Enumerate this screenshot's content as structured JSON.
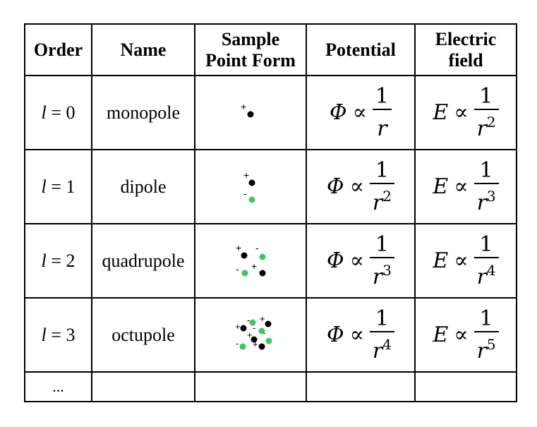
{
  "headers": {
    "order": "Order",
    "name": "Name",
    "form_line1": "Sample",
    "form_line2": "Point Form",
    "potential": "Potential",
    "field_line1": "Electric",
    "field_line2": "field"
  },
  "rows": [
    {
      "order_var": "l",
      "order_val": "= 0",
      "name": "monopole",
      "phi_sym": "Φ",
      "phi_exp": "",
      "e_sym": "E",
      "e_exp": "2"
    },
    {
      "order_var": "l",
      "order_val": "= 1",
      "name": "dipole",
      "phi_sym": "Φ",
      "phi_exp": "2",
      "e_sym": "E",
      "e_exp": "3"
    },
    {
      "order_var": "l",
      "order_val": "= 2",
      "name": "quadrupole",
      "phi_sym": "Φ",
      "phi_exp": "3",
      "e_sym": "E",
      "e_exp": "4"
    },
    {
      "order_var": "l",
      "order_val": "= 3",
      "name": "octupole",
      "phi_sym": "Φ",
      "phi_exp": "4",
      "e_sym": "E",
      "e_exp": "5"
    }
  ],
  "math": {
    "prop": "∝",
    "one": "1",
    "r": "r"
  },
  "last_row": {
    "order": "..."
  },
  "colors": {
    "positive_charge": "#000000",
    "negative_charge": "#3cc864"
  },
  "signs": {
    "plus": "+",
    "minus": "-"
  }
}
